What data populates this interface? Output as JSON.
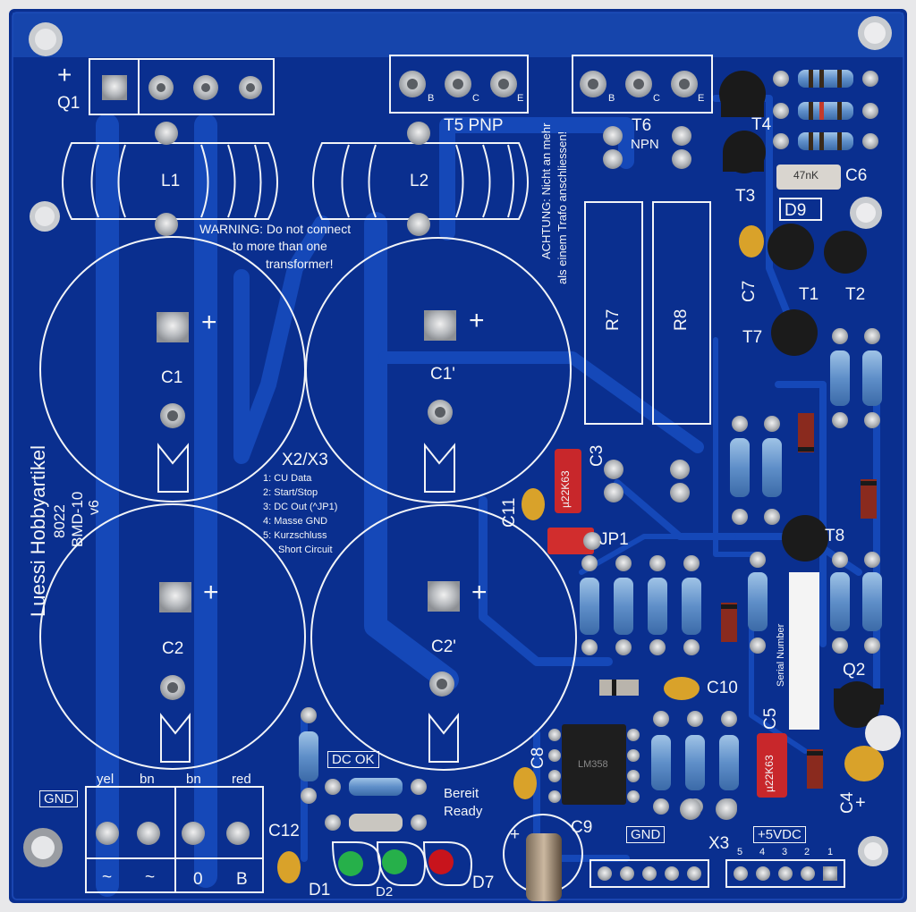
{
  "board": {
    "name": "Luessi Hobbyartikel",
    "code": "8022",
    "model": "BMD-10",
    "version": "v6"
  },
  "warning": {
    "line1": "WARNING: Do not connect",
    "line2": "to more than one",
    "line3": "transformer!"
  },
  "achtung": {
    "line1": "ACHTUNG: Nicht an mehr",
    "line2": "als einem Trafo anschliessen!"
  },
  "connector_x2x3": {
    "title": "X2/X3",
    "pins": [
      "1: CU Data",
      "2: Start/Stop",
      "3: DC Out (^JP1)",
      "4: Masse GND",
      "5: Kurzschluss",
      "Short Circuit"
    ]
  },
  "refs": {
    "q1": "Q1",
    "l1": "L1",
    "l2": "L2",
    "t5": "T5 PNP",
    "t6": "T6",
    "npn": "NPN",
    "t4": "T4",
    "t3": "T3",
    "t1": "T1",
    "t2": "T2",
    "t7": "T7",
    "t8": "T8",
    "c1": "C1",
    "c1p": "C1'",
    "c2": "C2",
    "c2p": "C2'",
    "c3": "C3",
    "c4": "C4",
    "c5": "C5",
    "c6": "C6",
    "c7": "C7",
    "c8": "C8",
    "c9": "C9",
    "c10": "C10",
    "c11": "C11",
    "c12": "C12",
    "r7": "R7",
    "r8": "R8",
    "d9": "D9",
    "jp1": "JP1",
    "q2": "Q2",
    "d1": "D1",
    "d2": "D2",
    "d7": "D7",
    "x3": "X3"
  },
  "pin_letters": {
    "b": "B",
    "c": "C",
    "e": "E"
  },
  "plus": "+",
  "gnd": "GND",
  "dc_ok": "DC OK",
  "bereit": "Bereit",
  "ready": "Ready",
  "plus5": "+5VDC",
  "serial": "Serial Number",
  "cap_value_small": "µ22K63",
  "c6_value": "47nK",
  "ic_marking": "LM358",
  "terminal": {
    "wires": [
      "yel",
      "bn",
      "bn",
      "red"
    ],
    "symbols": [
      "~",
      "~",
      "0",
      "B"
    ]
  },
  "header_pins": [
    "5",
    "4",
    "3",
    "2",
    "1"
  ],
  "colors": {
    "pcb": "#0a2f8f",
    "pcb_dark": "#072470",
    "trace": "#1346b3",
    "silk": "#f2f4f7",
    "pad": "#c7c9cc"
  }
}
